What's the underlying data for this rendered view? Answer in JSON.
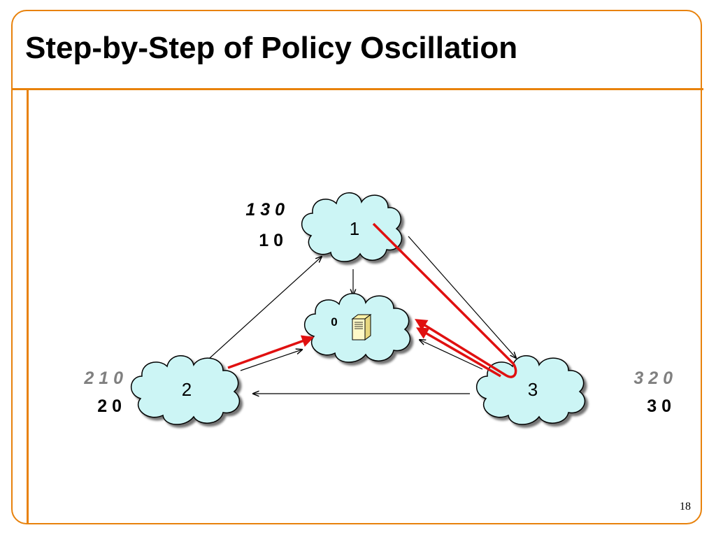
{
  "slide": {
    "title": "Step-by-Step of Policy Oscillation",
    "page_number": "18"
  },
  "colors": {
    "accent": "#E8820C",
    "cloud_fill": "#CCF5F5",
    "path_red": "#E01010",
    "inactive_gray": "#808080"
  },
  "nodes": [
    {
      "id": "1",
      "label": "1"
    },
    {
      "id": "2",
      "label": "2"
    },
    {
      "id": "3",
      "label": "3"
    },
    {
      "id": "0",
      "label": "0",
      "icon": "server-icon"
    }
  ],
  "preferences": {
    "node1": {
      "preferred": "1 3 0",
      "current": "1 0"
    },
    "node2": {
      "preferred": "2 1 0",
      "current": "2 0"
    },
    "node3": {
      "preferred": "3 2 0",
      "current": "3 0"
    }
  }
}
